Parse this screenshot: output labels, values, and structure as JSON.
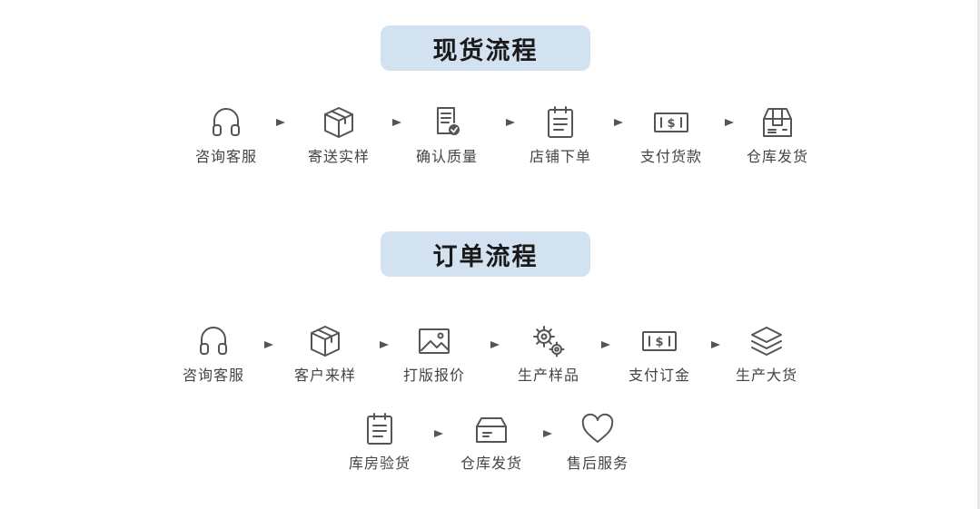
{
  "spot_flow": {
    "title": "现货流程",
    "steps": [
      {
        "label": "咨询客服",
        "icon": "headset-icon"
      },
      {
        "label": "寄送实样",
        "icon": "box-icon"
      },
      {
        "label": "确认质量",
        "icon": "checked-document-icon"
      },
      {
        "label": "店铺下单",
        "icon": "notepad-icon"
      },
      {
        "label": "支付货款",
        "icon": "money-bill-icon"
      },
      {
        "label": "仓库发货",
        "icon": "package-icon"
      }
    ]
  },
  "order_flow": {
    "title": "订单流程",
    "steps": [
      {
        "label": "咨询客服",
        "icon": "headset-icon"
      },
      {
        "label": "客户来样",
        "icon": "box-icon"
      },
      {
        "label": "打版报价",
        "icon": "image-icon"
      },
      {
        "label": "生产样品",
        "icon": "gears-icon"
      },
      {
        "label": "支付订金",
        "icon": "money-bill-icon"
      },
      {
        "label": "生产大货",
        "icon": "layers-icon"
      },
      {
        "label": "库房验货",
        "icon": "notepad-icon"
      },
      {
        "label": "仓库发货",
        "icon": "tray-icon"
      },
      {
        "label": "售后服务",
        "icon": "heart-icon"
      }
    ]
  },
  "money_symbol": "$"
}
